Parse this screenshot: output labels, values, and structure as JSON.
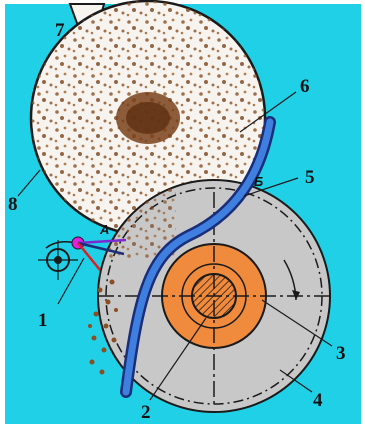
{
  "diagram": {
    "colors": {
      "background": "#1fd0e6",
      "hopper_fill": "#f7f4ef",
      "seed": "#8a4e22",
      "drum": "#c8c8c8",
      "hub": "#f08a3c",
      "chute_outer": "#1a2e7a",
      "chute_inner": "#3f7fe0",
      "brush_pin": "#e020e0"
    },
    "labels": {
      "l1": "1",
      "l2": "2",
      "l3": "3",
      "l4": "4",
      "l5": "5",
      "l6": "6",
      "l7": "7",
      "l8": "8",
      "point_a": "А",
      "point_b": "Б"
    }
  }
}
